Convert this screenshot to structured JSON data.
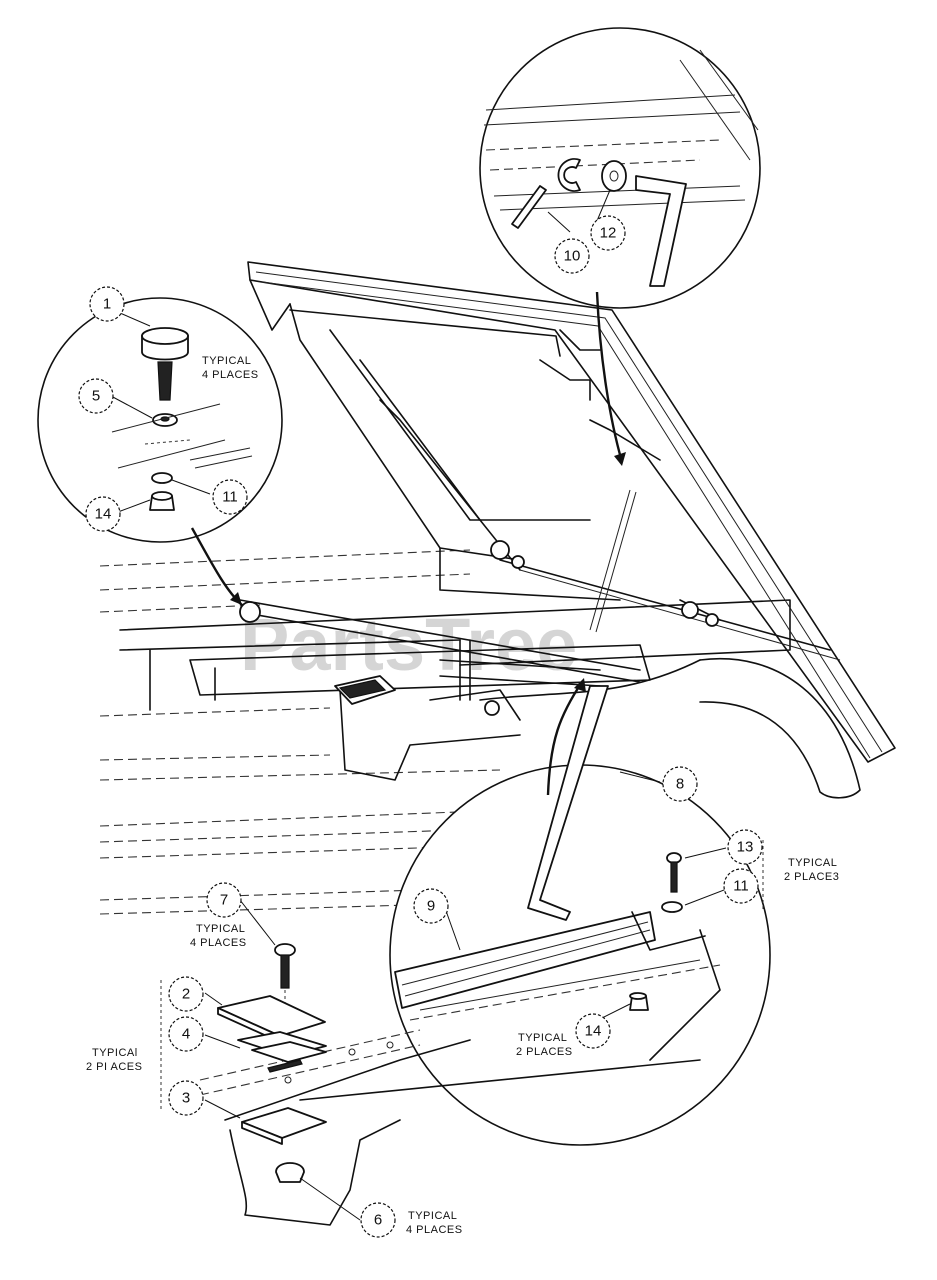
{
  "watermark": "PartsTree",
  "callouts": [
    {
      "id": "c1",
      "number": "1"
    },
    {
      "id": "c5",
      "number": "5"
    },
    {
      "id": "c14a",
      "number": "14"
    },
    {
      "id": "c11a",
      "number": "11"
    },
    {
      "id": "c10",
      "number": "10"
    },
    {
      "id": "c12",
      "number": "12"
    },
    {
      "id": "c8",
      "number": "8"
    },
    {
      "id": "c13",
      "number": "13"
    },
    {
      "id": "c11b",
      "number": "11"
    },
    {
      "id": "c9",
      "number": "9"
    },
    {
      "id": "c14b",
      "number": "14"
    },
    {
      "id": "c7",
      "number": "7"
    },
    {
      "id": "c2",
      "number": "2"
    },
    {
      "id": "c4",
      "number": "4"
    },
    {
      "id": "c3",
      "number": "3"
    },
    {
      "id": "c6",
      "number": "6"
    }
  ],
  "notes": {
    "typical_4_places": [
      "TYPICAL",
      "4 PLACES"
    ],
    "typical_2_places_caps": [
      "TYPICAL",
      "2 PLACES"
    ],
    "typical_2_places_left": [
      "TYPICAl",
      "2 PI ACES"
    ],
    "typical_2_places_right": [
      "TYPICAL",
      "2 PLACE3"
    ]
  }
}
